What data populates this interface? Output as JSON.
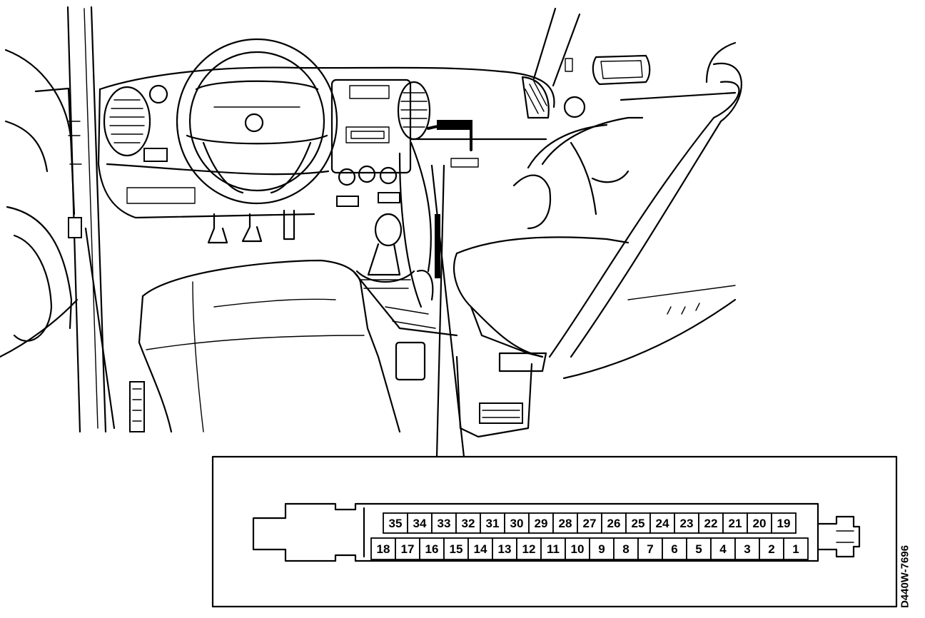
{
  "figure": {
    "reference_code": "D440W-7696",
    "subject": "Vehicle interior — diagnostic connector location",
    "pin_numbers": {
      "top_row": [
        "35",
        "34",
        "33",
        "32",
        "31",
        "30",
        "29",
        "28",
        "27",
        "26",
        "25",
        "24",
        "23",
        "22",
        "21",
        "20",
        "19"
      ],
      "bottom_row": [
        "18",
        "17",
        "16",
        "15",
        "14",
        "13",
        "12",
        "11",
        "10",
        "9",
        "8",
        "7",
        "6",
        "5",
        "4",
        "3",
        "2",
        "1"
      ]
    }
  },
  "colors": {
    "ink": "#000000",
    "paper": "#ffffff"
  }
}
